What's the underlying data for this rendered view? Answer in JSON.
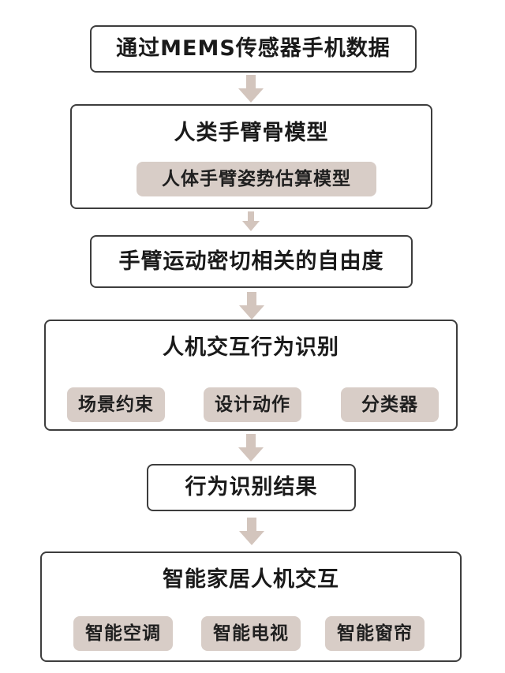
{
  "flow": {
    "step1": {
      "title": "通过MEMS传感器手机数据"
    },
    "step2": {
      "title": "人类手臂骨模型",
      "sub": "人体手臂姿势估算模型"
    },
    "step3": {
      "title": "手臂运动密切相关的自由度"
    },
    "step4": {
      "title": "人机交互行为识别",
      "items": [
        "场景约束",
        "设计动作",
        "分类器"
      ]
    },
    "step5": {
      "title": "行为识别结果"
    },
    "step6": {
      "title": "智能家居人机交互",
      "items": [
        "智能空调",
        "智能电视",
        "智能窗帘"
      ]
    }
  },
  "colors": {
    "border": "#3d3d3d",
    "pill": "#d8cdc7",
    "arrow": "#d3c5bd"
  },
  "icons": {
    "connector": "down-arrow-icon"
  }
}
